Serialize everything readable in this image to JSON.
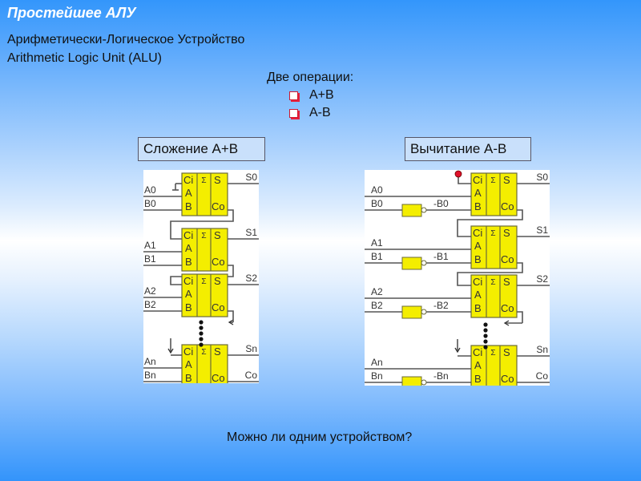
{
  "slide": {
    "title": "Простейшее АЛУ",
    "subtitle_ru": "Арифметически-Логическое Устройство",
    "subtitle_en": "Arithmetic Logic Unit (ALU)",
    "operations": {
      "heading": "Две операции:",
      "items": [
        "A+B",
        "A-B"
      ]
    },
    "addition_label": "Сложение A+B",
    "subtraction_label": "Вычитание A-B",
    "question": "Можно ли одним устройством?"
  },
  "adder_cell": {
    "ci": "Ci",
    "a": "A",
    "b": "B",
    "sigma": "Σ",
    "s": "S",
    "co": "Co"
  },
  "addition_diagram": {
    "stages": [
      {
        "a": "A0",
        "b": "B0",
        "s": "S0"
      },
      {
        "a": "A1",
        "b": "B1",
        "s": "S1"
      },
      {
        "a": "A2",
        "b": "B2",
        "s": "S2"
      },
      {
        "a": "An",
        "b": "Bn",
        "s": "Sn",
        "co": "Co"
      }
    ]
  },
  "subtraction_diagram": {
    "stages": [
      {
        "a": "A0",
        "b": "B0",
        "nb": "-B0",
        "s": "S0"
      },
      {
        "a": "A1",
        "b": "B1",
        "nb": "-B1",
        "s": "S1"
      },
      {
        "a": "A2",
        "b": "B2",
        "nb": "-B2",
        "s": "S2"
      },
      {
        "a": "An",
        "b": "Bn",
        "nb": "-Bn",
        "s": "Sn",
        "co": "Co"
      }
    ]
  },
  "colors": {
    "cell_fill": "#f4ee00",
    "cell_stroke": "#6b6b3a",
    "wire": "#555555",
    "carry_in_dot": "#e0102a"
  }
}
